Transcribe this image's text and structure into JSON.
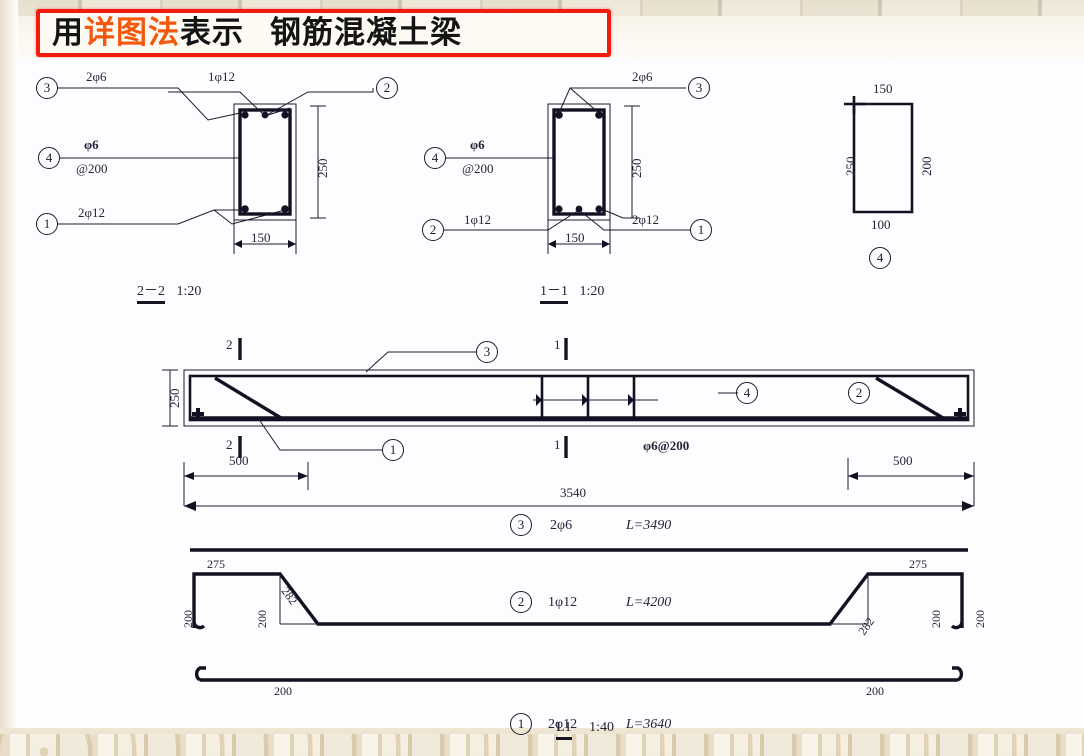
{
  "slide": {
    "title_part1": "用",
    "title_accent": "详图法",
    "title_part2": "表示",
    "title_part3": "钢筋混凝土梁"
  },
  "section_2_2": {
    "caption_label": "2－2",
    "caption_scale": "1:20",
    "callouts": {
      "top_left_bubble": "3",
      "top_left_text": "2φ6",
      "top_right_bubble": "2",
      "top_right_text": "1φ12",
      "mid_left_bubble": "4",
      "mid_left_text_line1": "φ6",
      "mid_left_text_line2": "@200",
      "bottom_left_bubble": "1",
      "bottom_left_text": "2φ12"
    },
    "dim_height": "250",
    "dim_width": "150"
  },
  "section_1_1": {
    "caption_label": "1－1",
    "caption_scale": "1:20",
    "callouts": {
      "top_right_bubble": "3",
      "top_right_text": "2φ6",
      "mid_left_bubble": "4",
      "mid_left_text_line1": "φ6",
      "mid_left_text_line2": "@200",
      "bottom_left_bubble": "2",
      "bottom_left_text": "1φ12",
      "bottom_right_bubble": "1",
      "bottom_right_text": "2φ12"
    },
    "dim_height": "250",
    "dim_width": "150"
  },
  "stirrup_detail": {
    "bubble": "4",
    "dim_top": "150",
    "dim_left": "250",
    "dim_right": "200",
    "dim_bottom": "100"
  },
  "elevation": {
    "dim_height": "250",
    "dim_left": "500",
    "dim_right": "500",
    "dim_total": "3540",
    "stirrup_note": "φ6@200",
    "section_mark_left_top": "2",
    "section_mark_left_bottom": "2",
    "section_mark_mid_top": "1",
    "section_mark_mid_bottom": "1",
    "bubble_top": "3",
    "bubble_bottom": "1",
    "bubble_stirrup": "4",
    "bubble_right": "2"
  },
  "bar_schedule": [
    {
      "bubble": "3",
      "spec": "2φ6",
      "length": "L=3490"
    },
    {
      "bubble": "2",
      "spec": "1φ12",
      "length": "L=4200"
    },
    {
      "bubble": "1",
      "spec": "2φ12",
      "length": "L=3640"
    }
  ],
  "bar2_dims": {
    "left_end_vert": "200",
    "left_top": "275",
    "left_inner_vert": "200",
    "left_slope": "282",
    "left_bottom": "200",
    "right_slope": "282",
    "right_bottom": "200",
    "right_inner_vert": "200",
    "right_top": "275",
    "right_end_vert": "200"
  },
  "footer": {
    "label": "L1",
    "scale": "1:40"
  },
  "colors": {
    "accent": "#f4580c",
    "title_border": "#f01c10",
    "ink": "#1a1a2e",
    "page": "#efe7da"
  }
}
